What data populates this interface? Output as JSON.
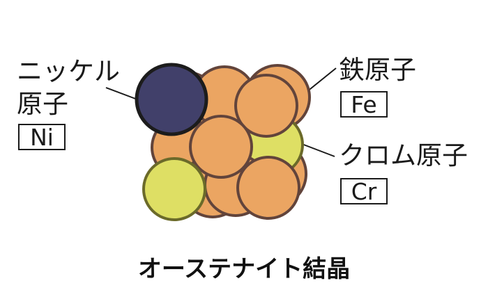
{
  "labels": {
    "nickel_line1": "ニッケル",
    "nickel_line2": "原子",
    "nickel_symbol": "Ni",
    "iron_name": "鉄原子",
    "iron_symbol": "Fe",
    "chromium_name": "クロム原子",
    "chromium_symbol": "Cr"
  },
  "caption": "オーステナイト結晶",
  "colors": {
    "iron_fill": "#eba562",
    "chromium_fill": "#dedf64",
    "nickel_fill": "#41406a",
    "atom_outline": "#62443b",
    "chromium_outline": "#6b6a2a",
    "nickel_outline": "#1c1c1c",
    "text": "#1a1a1a"
  }
}
